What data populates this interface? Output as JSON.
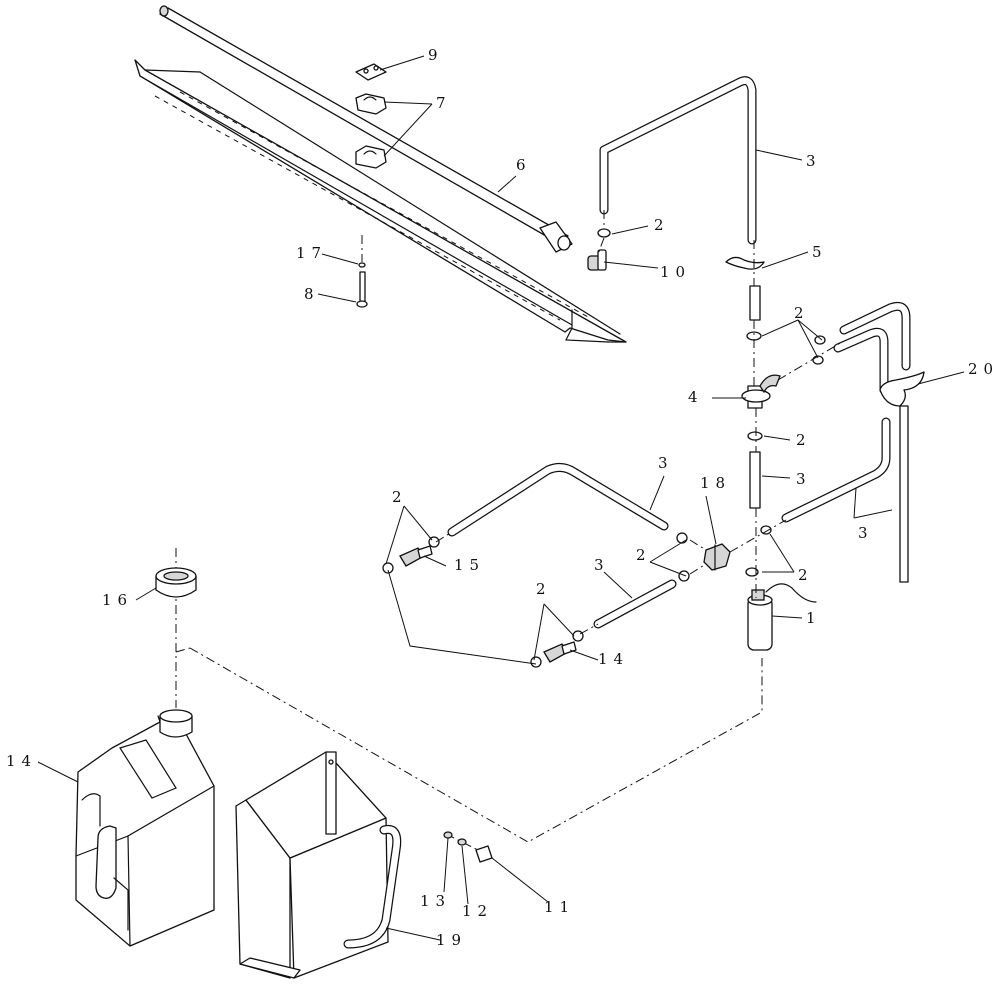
{
  "callouts": [
    {
      "id": "c1",
      "label": "1"
    },
    {
      "id": "c2a",
      "label": "2"
    },
    {
      "id": "c2b",
      "label": "2"
    },
    {
      "id": "c2c",
      "label": "2"
    },
    {
      "id": "c2d",
      "label": "2"
    },
    {
      "id": "c2e",
      "label": "2"
    },
    {
      "id": "c2f",
      "label": "2"
    },
    {
      "id": "c2g",
      "label": "2"
    },
    {
      "id": "c3a",
      "label": "3"
    },
    {
      "id": "c3b",
      "label": "3"
    },
    {
      "id": "c3c",
      "label": "3"
    },
    {
      "id": "c3d",
      "label": "3"
    },
    {
      "id": "c3e",
      "label": "3"
    },
    {
      "id": "c4",
      "label": "4"
    },
    {
      "id": "c5",
      "label": "5"
    },
    {
      "id": "c6",
      "label": "6"
    },
    {
      "id": "c7",
      "label": "7"
    },
    {
      "id": "c8",
      "label": "8"
    },
    {
      "id": "c9",
      "label": "9"
    },
    {
      "id": "c10",
      "label": "10"
    },
    {
      "id": "c11",
      "label": "11"
    },
    {
      "id": "c12",
      "label": "12"
    },
    {
      "id": "c13",
      "label": "13"
    },
    {
      "id": "c14a",
      "label": "14"
    },
    {
      "id": "c14b",
      "label": "14"
    },
    {
      "id": "c15",
      "label": "15"
    },
    {
      "id": "c16",
      "label": "16"
    },
    {
      "id": "c17",
      "label": "17"
    },
    {
      "id": "c18",
      "label": "18"
    },
    {
      "id": "c19",
      "label": "19"
    },
    {
      "id": "c20",
      "label": "20"
    }
  ]
}
